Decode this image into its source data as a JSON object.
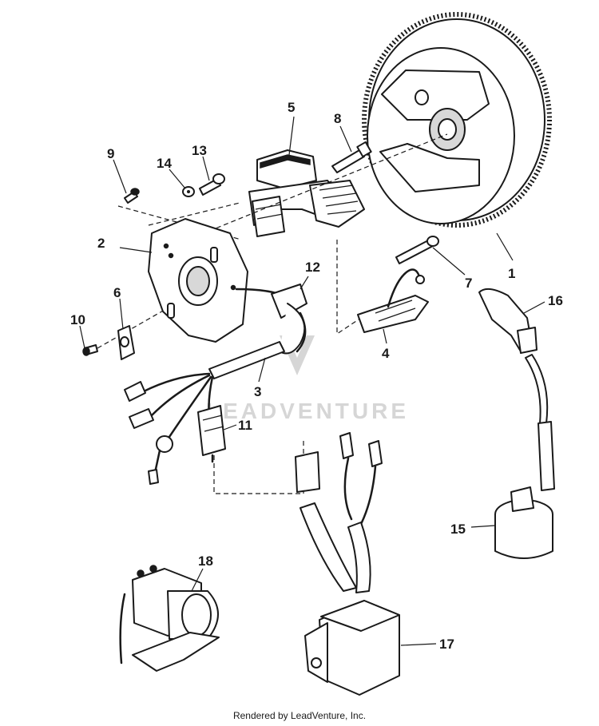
{
  "callouts": {
    "c1": "1",
    "c2": "2",
    "c3": "3",
    "c4": "4",
    "c5": "5",
    "c6": "6",
    "c7": "7",
    "c8": "8",
    "c9": "9",
    "c10": "10",
    "c11": "11",
    "c12": "12",
    "c13": "13",
    "c14": "14",
    "c15": "15",
    "c16": "16",
    "c17": "17",
    "c18": "18"
  },
  "watermark": "LEADVENTURE",
  "footer": "Rendered by LeadVenture, Inc."
}
